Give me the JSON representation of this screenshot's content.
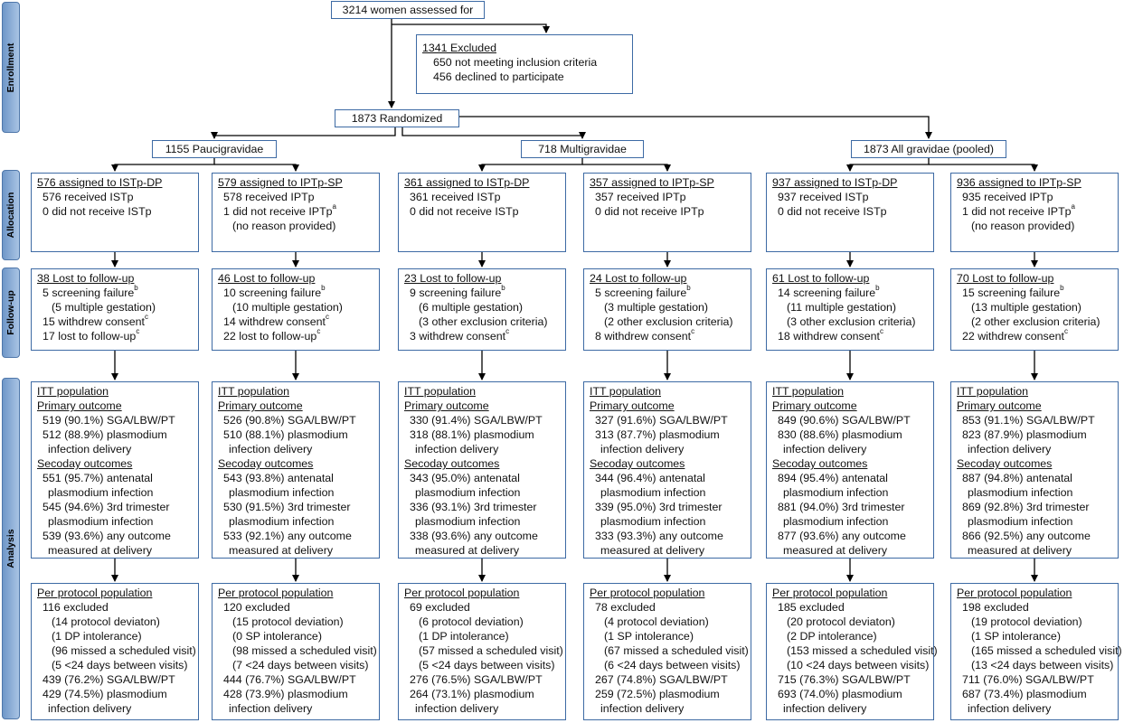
{
  "phases": [
    "Enrollment",
    "Allocation",
    "Follow-up",
    "Analysis"
  ],
  "assessed": "3214 women assessed for",
  "excluded": {
    "title": "1341 Excluded",
    "lines": [
      "650 not meeting inclusion criteria",
      "456 declined to participate"
    ]
  },
  "randomized": "1873 Randomized",
  "groups": [
    "1155 Paucigravidae",
    "718 Multigravidae",
    "1873 All gravidae (pooled)"
  ],
  "arms": [
    {
      "allocation": {
        "title": "576 assigned to ISTp-DP",
        "lines": [
          "576 received ISTp",
          "0 did not receive ISTp"
        ]
      },
      "followup": {
        "title": "38 Lost to follow-up",
        "lines": [
          "5 screening failure|b",
          "  (5 multiple gestation)",
          "15 withdrew consent|c",
          "17 lost to follow-up|c"
        ]
      },
      "itt": {
        "title": "ITT population",
        "primary": "Primary outcome",
        "primary_lines": [
          "519 (90.1%) SGA/LBW/PT",
          "512 (88.9%) plasmodium",
          "infection delivery"
        ],
        "secondary": "Secoday outcomes",
        "secondary_lines": [
          "551 (95.7%) antenatal",
          "plasmodium infection",
          "545 (94.6%) 3rd trimester",
          "plasmodium infection",
          "539 (93.6%) any outcome",
          "measured at delivery"
        ]
      },
      "pp": {
        "title": "Per protocol population",
        "lines": [
          "116 excluded",
          "  (14 protocol deviaton)",
          "  (1 DP intolerance)",
          "  (96 missed a scheduled visit)",
          "  (5 <24 days between visits)",
          "439 (76.2%) SGA/LBW/PT",
          "429 (74.5%) plasmodium",
          "infection delivery"
        ]
      }
    },
    {
      "allocation": {
        "title": "579 assigned to IPTp-SP",
        "lines": [
          "578 received IPTp",
          "1 did not receive IPTp|a",
          "  (no reason provided)"
        ]
      },
      "followup": {
        "title": "46 Lost to follow-up",
        "lines": [
          "10 screening failure|b",
          "  (10 multiple gestation)",
          "14 withdrew consent|c",
          "22 lost to follow-up|c"
        ]
      },
      "itt": {
        "title": "ITT population",
        "primary": "Primary outcome",
        "primary_lines": [
          "526 (90.8%) SGA/LBW/PT",
          "510 (88.1%) plasmodium",
          "infection delivery"
        ],
        "secondary": "Secoday outcomes",
        "secondary_lines": [
          "543 (93.8%) antenatal",
          "plasmodium infection",
          "530 (91.5%) 3rd trimester",
          "plasmodium infection",
          "533 (92.1%) any outcome",
          "measured at delivery"
        ]
      },
      "pp": {
        "title": "Per protocol population",
        "lines": [
          "120 excluded",
          "  (15 protocol deviation)",
          "  (0 SP intolerance)",
          "  (98 missed a scheduled visit)",
          "  (7 <24 days between visits)",
          "444 (76.7%) SGA/LBW/PT",
          "428 (73.9%) plasmodium",
          "infection delivery"
        ]
      }
    },
    {
      "allocation": {
        "title": "361 assigned to ISTp-DP",
        "lines": [
          "361 received ISTp",
          "0 did not receive ISTp"
        ]
      },
      "followup": {
        "title": "23 Lost to follow-up",
        "lines": [
          "9 screening failure|b",
          "  (6 multiple gestation)",
          "  (3 other exclusion criteria)",
          "3 withdrew consent|c"
        ]
      },
      "itt": {
        "title": "ITT population",
        "primary": "Primary outcome",
        "primary_lines": [
          "330 (91.4%) SGA/LBW/PT",
          "318 (88.1%) plasmodium",
          "infection delivery"
        ],
        "secondary": "Secoday outcomes",
        "secondary_lines": [
          "343 (95.0%) antenatal",
          "plasmodium infection",
          "336 (93.1%) 3rd trimester",
          "plasmodium infection",
          "338 (93.6%) any outcome",
          "measured at delivery"
        ]
      },
      "pp": {
        "title": "Per protocol population",
        "lines": [
          "69 excluded",
          "  (6 protocol deviation)",
          "  (1 DP intolerance)",
          "  (57 missed a scheduled visit)",
          "  (5 <24 days between visits)",
          "276 (76.5%) SGA/LBW/PT",
          "264 (73.1%) plasmodium",
          "infection delivery"
        ]
      }
    },
    {
      "allocation": {
        "title": "357 assigned to IPTp-SP",
        "lines": [
          "357 received IPTp",
          "0 did not receive IPTp"
        ]
      },
      "followup": {
        "title": "24 Lost to follow-up",
        "lines": [
          "5 screening failure|b",
          "  (3 multiple gestation)",
          "  (2 other exclusion criteria)",
          "8 withdrew consent|c"
        ]
      },
      "itt": {
        "title": "ITT population",
        "primary": "Primary outcome",
        "primary_lines": [
          "327 (91.6%) SGA/LBW/PT",
          "313 (87.7%) plasmodium",
          "infection delivery"
        ],
        "secondary": "Secoday outcomes",
        "secondary_lines": [
          "344 (96.4%) antenatal",
          "plasmodium infection",
          "339 (95.0%) 3rd trimester",
          "plasmodium infection",
          "333 (93.3%) any outcome",
          "measured at delivery"
        ]
      },
      "pp": {
        "title": "Per protocol population",
        "lines": [
          "78 excluded",
          "  (4 protocol deviation)",
          "  (1 SP intolerance)",
          "  (67 missed a scheduled visit)",
          "  (6 <24 days between visits)",
          "267 (74.8%) SGA/LBW/PT",
          "259 (72.5%) plasmodium",
          "infection delivery"
        ]
      }
    },
    {
      "allocation": {
        "title": "937 assigned to ISTp-DP",
        "lines": [
          "937 received ISTp",
          "0 did not receive ISTp"
        ]
      },
      "followup": {
        "title": "61 Lost to follow-up",
        "lines": [
          "14 screening failure|b",
          "  (11 multiple gestation)",
          "  (3 other exclusion criteria)",
          "18 withdrew consent|c"
        ]
      },
      "itt": {
        "title": "ITT population",
        "primary": "Primary outcome",
        "primary_lines": [
          "849 (90.6%) SGA/LBW/PT",
          "830 (88.6%) plasmodium",
          "infection delivery"
        ],
        "secondary": "Secoday outcomes",
        "secondary_lines": [
          "894 (95.4%) antenatal",
          "plasmodium infection",
          "881 (94.0%) 3rd trimester",
          "plasmodium infection",
          "877 (93.6%) any outcome",
          "measured at delivery"
        ]
      },
      "pp": {
        "title": "Per protocol population",
        "lines": [
          "185 excluded",
          "  (20 protocol deviaton)",
          "  (2 DP intolerance)",
          "  (153 missed a scheduled visit)",
          "  (10 <24 days between visits)",
          "715 (76.3%) SGA/LBW/PT",
          "693 (74.0%) plasmodium",
          "infection delivery"
        ]
      }
    },
    {
      "allocation": {
        "title": "936 assigned to IPTp-SP",
        "lines": [
          "935 received IPTp",
          "1 did not receive IPTp|a",
          "  (no reason provided)"
        ]
      },
      "followup": {
        "title": "70 Lost to follow-up",
        "lines": [
          "15 screening failure|b",
          "  (13 multiple gestation)",
          "  (2 other exclusion criteria)",
          "22 withdrew consent|c"
        ]
      },
      "itt": {
        "title": "ITT population",
        "primary": "Primary outcome",
        "primary_lines": [
          "853 (91.1%) SGA/LBW/PT",
          "823 (87.9%) plasmodium",
          "infection delivery"
        ],
        "secondary": "Secoday outcomes",
        "secondary_lines": [
          "887 (94.8%) antenatal",
          "plasmodium infection",
          "869 (92.8%) 3rd trimester",
          "plasmodium infection",
          "866 (92.5%) any outcome",
          "measured at delivery"
        ]
      },
      "pp": {
        "title": "Per protocol population",
        "lines": [
          "198 excluded",
          "  (19 protocol deviation)",
          "  (1 SP intolerance)",
          "  (165 missed a scheduled visit)",
          "  (13 <24 days between visits)",
          "711 (76.0%) SGA/LBW/PT",
          "687 (73.4%) plasmodium",
          "infection delivery"
        ]
      }
    }
  ]
}
